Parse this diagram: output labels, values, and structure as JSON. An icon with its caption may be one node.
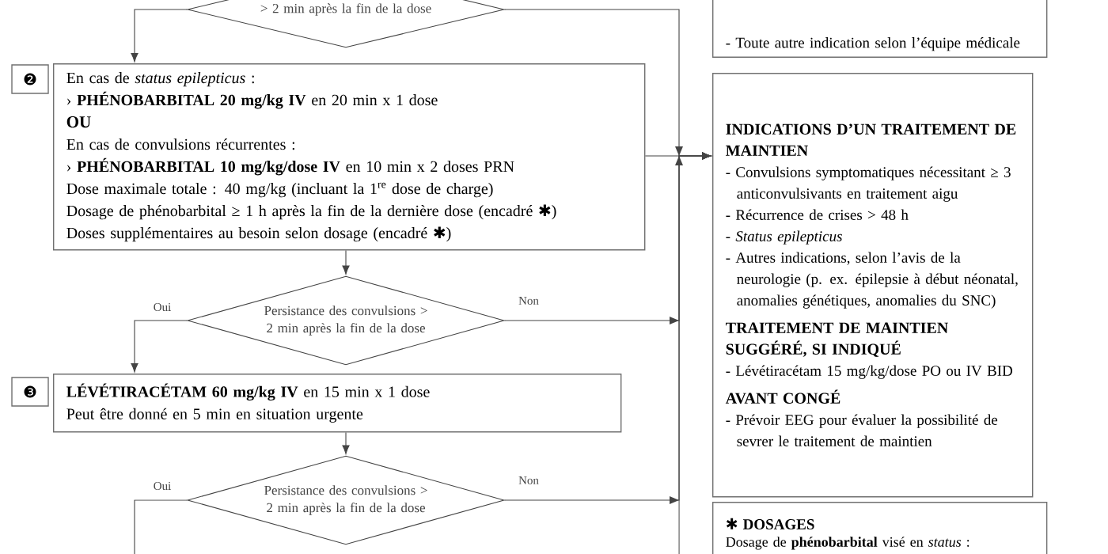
{
  "diagram": {
    "nodes": [
      {
        "text": [
          "> 2 min après la fin de la dose"
        ]
      },
      {
        "text": [
          "❷"
        ]
      },
      {
        "text": [
          "En cas de *status epilepticus* :",
          "› **PHÉNOBARBITAL 20 mg/kg IV** en 20 min x 1 dose",
          "OU",
          "En cas de convulsions récurrentes :",
          "› **PHÉNOBARBITAL 10 mg/kg/dose IV** en 10 min x 2 doses PRN",
          "Dose maximale totale : 40 mg/kg (incluant la 1$^{re}$ dose de charge)",
          "Dosage de phénobarbital ≥ 1 h après la fin de la dernière dose (encadré ✱)",
          "Doses supplémentaires au besoin selon dosage (encadré ✱)"
        ]
      },
      {
        "text": [
          "Persistance des convulsions > 2 min après la fin de la dose"
        ]
      },
      {
        "text": [
          "❸"
        ]
      },
      {
        "text": [
          "**LÉVÉTIRACÉTAM 60 mg/kg IV** en 15 min x 1 dose",
          "Peut être donné en 5 min en situation urgente"
        ]
      },
      {
        "text": [
          "Persistance des convulsions > 2 min après la fin de la dose"
        ]
      },
      {
        "text": [
          "- Toute autre indication selon l’équipe médicale"
        ]
      },
      {
        "text": [
          "INDICATIONS D’UN TRAITEMENT DE MAINTIEN",
          "- Convulsions symptomatiques nécessitant ≥ 3 anticonvulsivants en traitement aigu",
          "- Récurrence de crises > 48 h",
          "- *Status epilepticus*",
          "- Autres indications, selon l’avis de la neurologie (p. ex. épilepsie à début néonatal, anomalies génétiques, anomalies du SNC)",
          "TRAITEMENT DE MAINTIEN SUGGÉRÉ, SI INDIQUÉ",
          "- Lévétiracétam 15 mg/kg/dose PO ou IV BID",
          "AVANT CONGÉ",
          "- Prévoir EEG pour évaluer la possibilité de sevrer le traitement de maintien"
        ]
      },
      {
        "text": [
          "✱ DOSAGES",
          "Dosage de **phénobarbital** visé en *status* :"
        ]
      }
    ],
    "edges": [
      {
        "from": 0,
        "to": 2,
        "arrow": "to"
      },
      {
        "from": 2,
        "to": 3,
        "arrow": "to"
      },
      {
        "from": 3,
        "to": 5,
        "arrow": "to",
        "label": "Oui"
      },
      {
        "from": 3,
        "to": 8,
        "arrow": "to",
        "label": "Non"
      },
      {
        "from": 5,
        "to": 6,
        "arrow": "to"
      },
      {
        "from": 6,
        "to": 8,
        "arrow": "to",
        "label": "Non"
      },
      {
        "from": 6,
        "to": null,
        "arrow": "none",
        "label": "Oui"
      },
      {
        "from": 0,
        "to": 8,
        "arrow": "to"
      },
      {
        "from": 2,
        "to": 8,
        "arrow": "to"
      },
      {
        "from": null,
        "to": 8,
        "arrow": "to"
      }
    ]
  }
}
